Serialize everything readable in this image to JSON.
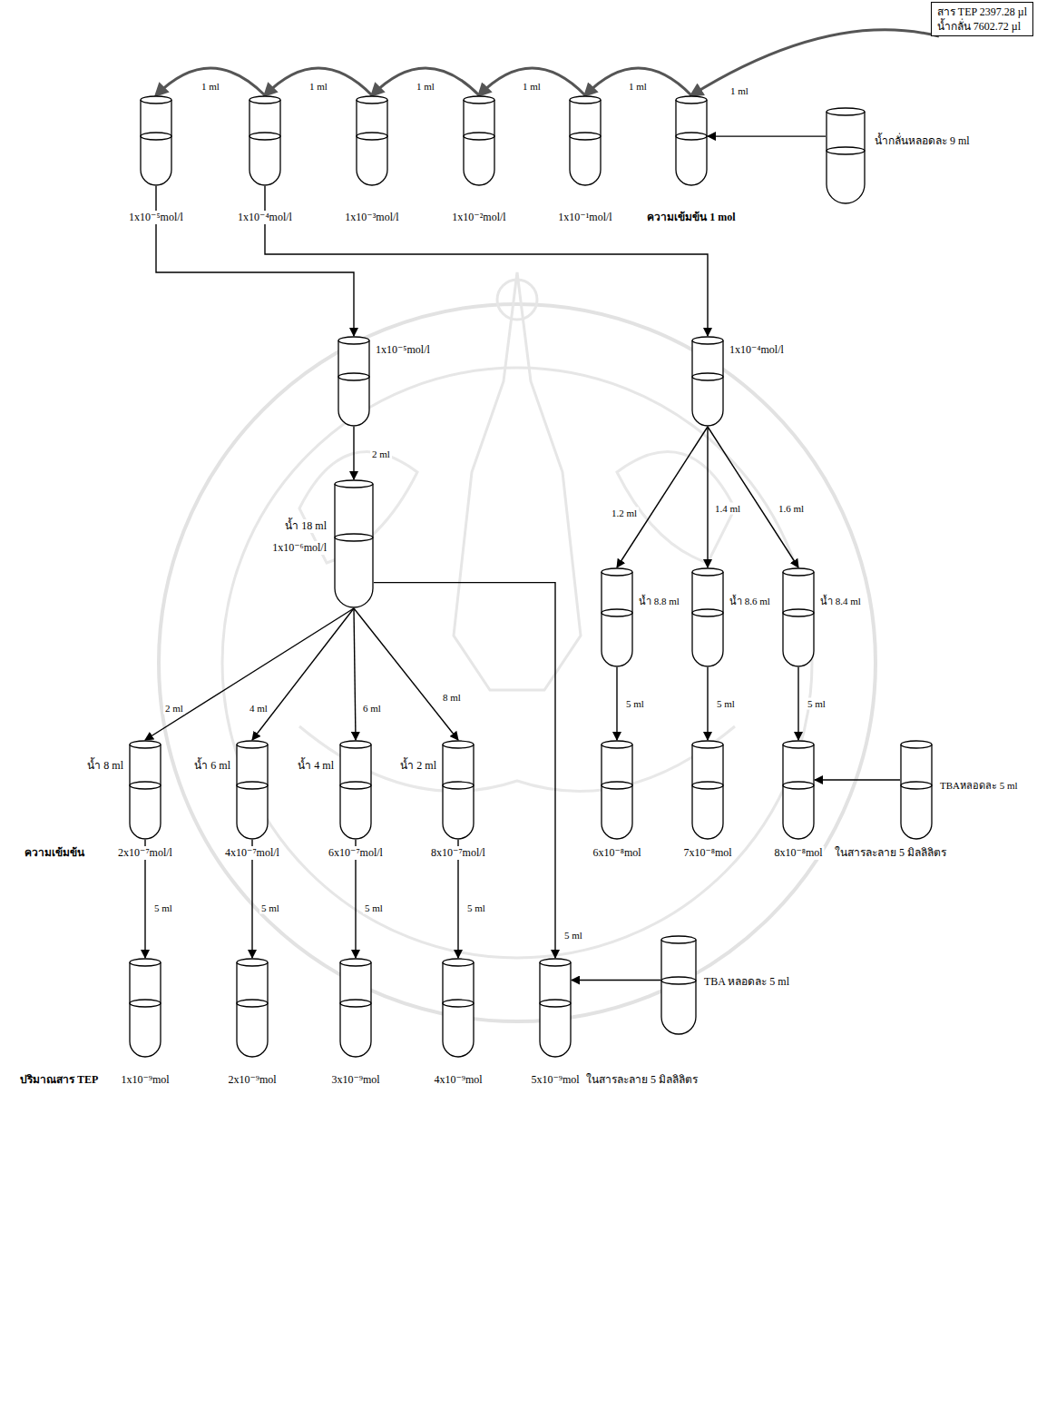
{
  "diagram": {
    "nodes": [
      {
        "text": [
          "สาร TEP 2397.28 µl",
          "น้ำกลั่น 7602.72 µl"
        ]
      },
      {
        "text": [
          "1x10⁻⁵mol/l"
        ]
      },
      {
        "text": [
          "1x10⁻⁴mol/l"
        ]
      },
      {
        "text": [
          "1x10⁻³mol/l"
        ]
      },
      {
        "text": [
          "1x10⁻²mol/l"
        ]
      },
      {
        "text": [
          "1x10⁻¹mol/l"
        ]
      },
      {
        "text": [
          "ความเข้มข้น 1 mol"
        ]
      },
      {
        "text": [
          "น้ำกลั่นหลอดละ 9 ml"
        ]
      },
      {
        "text": [
          "1x10⁻⁵mol/l"
        ]
      },
      {
        "text": [
          "1x10⁻⁴mol/l"
        ]
      },
      {
        "text": [
          "น้ำ 18 ml",
          "1x10⁻⁶mol/l"
        ]
      },
      {
        "text": [
          "น้ำ 8.8 ml"
        ]
      },
      {
        "text": [
          "น้ำ 8.6 ml"
        ]
      },
      {
        "text": [
          "น้ำ 8.4 ml"
        ]
      },
      {
        "text": [
          "น้ำ 8 ml",
          "2x10⁻⁷mol/l"
        ]
      },
      {
        "text": [
          "น้ำ 6 ml",
          "4x10⁻⁷mol/l"
        ]
      },
      {
        "text": [
          "น้ำ 4 ml",
          "6x10⁻⁷mol/l"
        ]
      },
      {
        "text": [
          "น้ำ 2 ml",
          "8x10⁻⁷mol/l"
        ]
      },
      {
        "text": [
          "6x10⁻⁸mol"
        ]
      },
      {
        "text": [
          "7x10⁻⁸mol"
        ]
      },
      {
        "text": [
          "8x10⁻⁸mol",
          "ในสารละลาย 5 มิลลิลิตร"
        ]
      },
      {
        "text": [
          "TBAหลอดละ 5 ml"
        ]
      },
      {
        "text": [
          "1x10⁻⁹mol"
        ]
      },
      {
        "text": [
          "2x10⁻⁹mol"
        ]
      },
      {
        "text": [
          "3x10⁻⁹mol"
        ]
      },
      {
        "text": [
          "4x10⁻⁹mol"
        ]
      },
      {
        "text": [
          "5x10⁻⁹mol",
          "ในสารละลาย 5 มิลลิลิตร"
        ]
      },
      {
        "text": [
          "TBA หลอดละ 5 ml"
        ]
      }
    ],
    "edges": [
      {
        "from": 0,
        "to": 6,
        "label": "1 ml",
        "arrow": "to"
      },
      {
        "from": 6,
        "to": 5,
        "label": "1 ml",
        "arrow": "to"
      },
      {
        "from": 5,
        "to": 4,
        "label": "1 ml",
        "arrow": "to"
      },
      {
        "from": 4,
        "to": 3,
        "label": "1 ml",
        "arrow": "to"
      },
      {
        "from": 3,
        "to": 2,
        "label": "1 ml",
        "arrow": "to"
      },
      {
        "from": 2,
        "to": 1,
        "label": "1 ml",
        "arrow": "to"
      },
      {
        "from": 7,
        "to": 6,
        "arrow": "to"
      },
      {
        "from": 1,
        "to": 8,
        "arrow": "to"
      },
      {
        "from": 2,
        "to": 9,
        "arrow": "to"
      },
      {
        "from": 8,
        "to": 10,
        "label": "2 ml",
        "arrow": "to"
      },
      {
        "from": 9,
        "to": 11,
        "label": "1.2 ml",
        "arrow": "to"
      },
      {
        "from": 9,
        "to": 12,
        "label": "1.4 ml",
        "arrow": "to"
      },
      {
        "from": 9,
        "to": 13,
        "label": "1.6 ml",
        "arrow": "to"
      },
      {
        "from": 10,
        "to": 14,
        "label": "2 ml",
        "arrow": "to"
      },
      {
        "from": 10,
        "to": 15,
        "label": "4 ml",
        "arrow": "to"
      },
      {
        "from": 10,
        "to": 16,
        "label": "6 ml",
        "arrow": "to"
      },
      {
        "from": 10,
        "to": 17,
        "label": "8 ml",
        "arrow": "to"
      },
      {
        "from": 10,
        "to": 26,
        "label": "5 ml",
        "arrow": "to"
      },
      {
        "from": 11,
        "to": 18,
        "label": "5 ml",
        "arrow": "to"
      },
      {
        "from": 12,
        "to": 19,
        "label": "5 ml",
        "arrow": "to"
      },
      {
        "from": 13,
        "to": 20,
        "label": "5 ml",
        "arrow": "to"
      },
      {
        "from": 21,
        "to": 20,
        "arrow": "to"
      },
      {
        "from": 14,
        "to": 22,
        "label": "5 ml",
        "arrow": "to"
      },
      {
        "from": 15,
        "to": 23,
        "label": "5 ml",
        "arrow": "to"
      },
      {
        "from": 16,
        "to": 24,
        "label": "5 ml",
        "arrow": "to"
      },
      {
        "from": 17,
        "to": 25,
        "label": "5 ml",
        "arrow": "to"
      },
      {
        "from": 27,
        "to": 26,
        "arrow": "to"
      }
    ],
    "labels": [
      "ความเข้มข้น",
      "ปริมาณสาร TEP"
    ]
  }
}
